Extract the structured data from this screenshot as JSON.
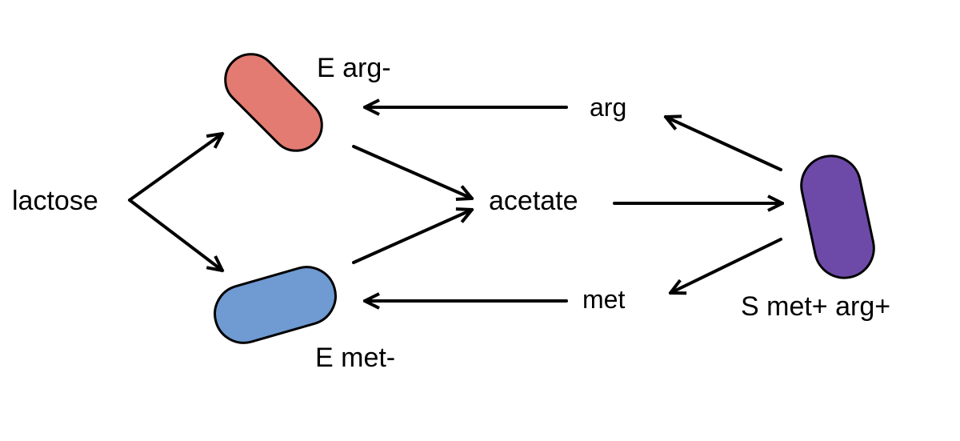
{
  "nodes": {
    "e_arg": {
      "label": "E arg-",
      "color": "#e37b73"
    },
    "e_met": {
      "label": "E met-",
      "color": "#6f9ad2"
    },
    "s_strain": {
      "label": "S met+ arg+",
      "color": "#6e4aa8"
    }
  },
  "metabolites": {
    "lactose": "lactose",
    "acetate": "acetate",
    "arg": "arg",
    "met": "met"
  },
  "colors": {
    "outline": "#000000",
    "arrow": "#000000"
  }
}
